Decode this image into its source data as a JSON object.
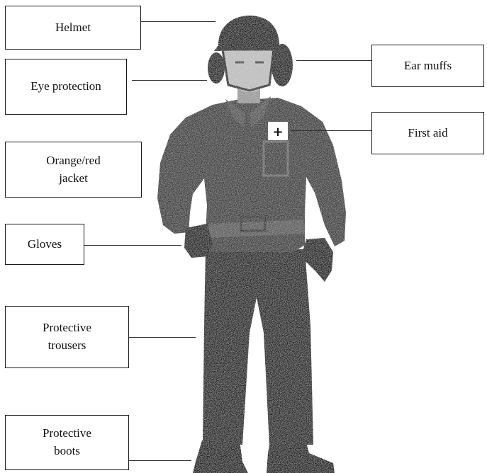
{
  "labels": {
    "helmet": "Helmet",
    "eye_protection": "Eye protection",
    "jacket": "Orange/red\njacket",
    "gloves": "Gloves",
    "trousers": "Protective\ntrousers",
    "boots": "Protective\nboots",
    "ear_muffs": "Ear muffs",
    "first_aid": "First aid"
  },
  "colors": {
    "ink": "#1a1a1a",
    "figure_dark": "#1c1c1c",
    "figure_mid": "#3a3a3a",
    "figure_light": "#6a6a6a",
    "face": "#cfcfcf",
    "first_aid_badge": "#ffffff"
  },
  "icons": {
    "first_aid_symbol": "+"
  }
}
